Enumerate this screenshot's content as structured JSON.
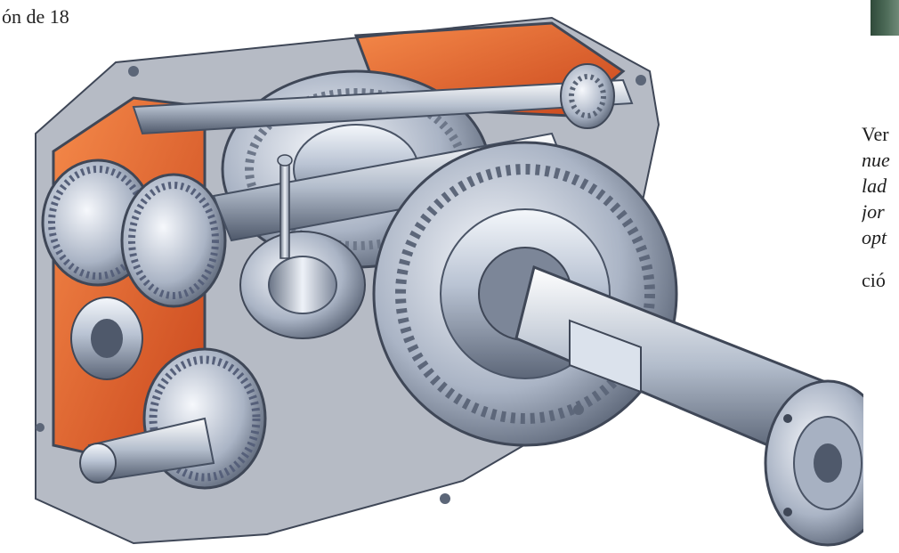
{
  "page": {
    "top_left_fragment": "ón de 18",
    "right_column_fragments": [
      "Ver",
      "nue",
      "lad",
      "jor",
      "opt",
      "ció"
    ]
  },
  "figure": {
    "subject": "cutaway-gearbox-transmission-illustration",
    "colors": {
      "housing_interior": "#e8622e",
      "metal_light": "#e9eef6",
      "metal_mid": "#a9b4c6",
      "metal_dark": "#5c6678",
      "accent_bar": "#3a5645"
    }
  }
}
